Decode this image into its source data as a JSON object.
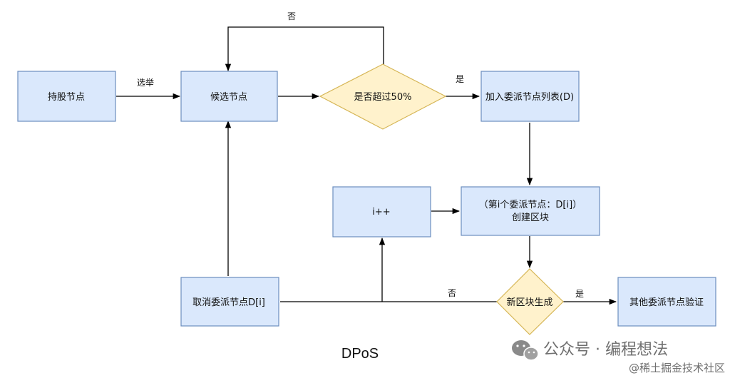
{
  "colors": {
    "box_fill": "#dae8fc",
    "box_stroke": "#6c8ebf",
    "diamond_fill": "#fff2cc",
    "diamond_stroke": "#d6b656",
    "line": "#000000"
  },
  "nodes": {
    "holder": "持股节点",
    "candidate": "候选节点",
    "decision_vote": "是否超过50%",
    "add_delegate": "加入委派节点列表(D)",
    "increment": "i++",
    "create_block_line1": "（第i个委派节点：D[i]）",
    "create_block_line2": "创建区块",
    "decision_block": "新区块生成",
    "verify": "其他委派节点验证",
    "cancel": "取消委派节点D[i]"
  },
  "edges": {
    "elect": "选举",
    "no_top": "否",
    "yes_right": "是",
    "no_bottom": "否",
    "yes_bottom": "是"
  },
  "caption": "DPoS",
  "watermark": {
    "text": "公众号 · 编程想法",
    "site": "@稀土掘金技术社区"
  }
}
